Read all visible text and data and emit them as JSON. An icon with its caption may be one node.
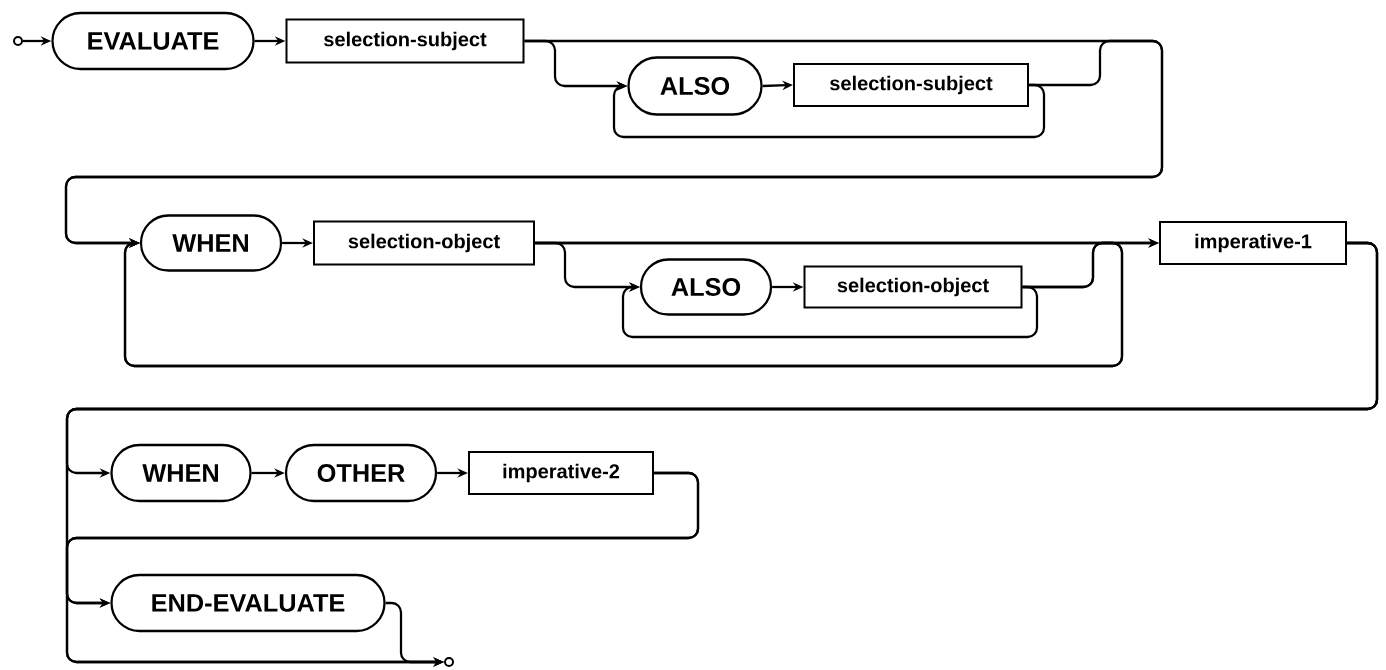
{
  "diagram": {
    "nodes": [
      {
        "text": [],
        "shape": "circle"
      },
      {
        "text": [
          "EVALUATE"
        ]
      },
      {
        "text": [
          "selection-subject"
        ]
      },
      {
        "text": [
          "ALSO"
        ]
      },
      {
        "text": [
          "selection-subject"
        ]
      },
      {
        "text": [
          "WHEN"
        ]
      },
      {
        "text": [
          "selection-object"
        ]
      },
      {
        "text": [
          "ALSO"
        ]
      },
      {
        "text": [
          "selection-object"
        ]
      },
      {
        "text": [
          "imperative-1"
        ]
      },
      {
        "text": [
          "WHEN"
        ]
      },
      {
        "text": [
          "OTHER"
        ]
      },
      {
        "text": [
          "imperative-2"
        ]
      },
      {
        "text": [
          "END-EVALUATE"
        ]
      },
      {
        "text": [],
        "shape": "circle"
      }
    ],
    "edges": [
      {
        "from": 0,
        "to": 1,
        "arrow": "to"
      },
      {
        "from": 1,
        "to": 2,
        "arrow": "to"
      },
      {
        "from": 2,
        "to": 3,
        "arrow": "to"
      },
      {
        "from": 3,
        "to": 4,
        "arrow": "to"
      },
      {
        "from": 4,
        "to": 3,
        "arrow": "to"
      },
      {
        "from": 2,
        "to": 5,
        "arrow": "to"
      },
      {
        "from": 4,
        "to": 5,
        "arrow": "to"
      },
      {
        "from": 5,
        "to": 6,
        "arrow": "to"
      },
      {
        "from": 6,
        "to": 7,
        "arrow": "to"
      },
      {
        "from": 7,
        "to": 8,
        "arrow": "to"
      },
      {
        "from": 8,
        "to": 7,
        "arrow": "to"
      },
      {
        "from": 6,
        "to": 9,
        "arrow": "to"
      },
      {
        "from": 8,
        "to": 9,
        "arrow": "to"
      },
      {
        "from": 6,
        "to": 5,
        "arrow": "to"
      },
      {
        "from": 8,
        "to": 5,
        "arrow": "to"
      },
      {
        "from": 9,
        "to": 10,
        "arrow": "to"
      },
      {
        "from": 10,
        "to": 11,
        "arrow": "to"
      },
      {
        "from": 11,
        "to": 12,
        "arrow": "to"
      },
      {
        "from": 9,
        "to": 13,
        "arrow": "to"
      },
      {
        "from": 12,
        "to": 13,
        "arrow": "to"
      },
      {
        "from": 9,
        "to": 14,
        "arrow": "to"
      },
      {
        "from": 12,
        "to": 14,
        "arrow": "to"
      },
      {
        "from": 13,
        "to": 14,
        "arrow": "to"
      }
    ]
  }
}
